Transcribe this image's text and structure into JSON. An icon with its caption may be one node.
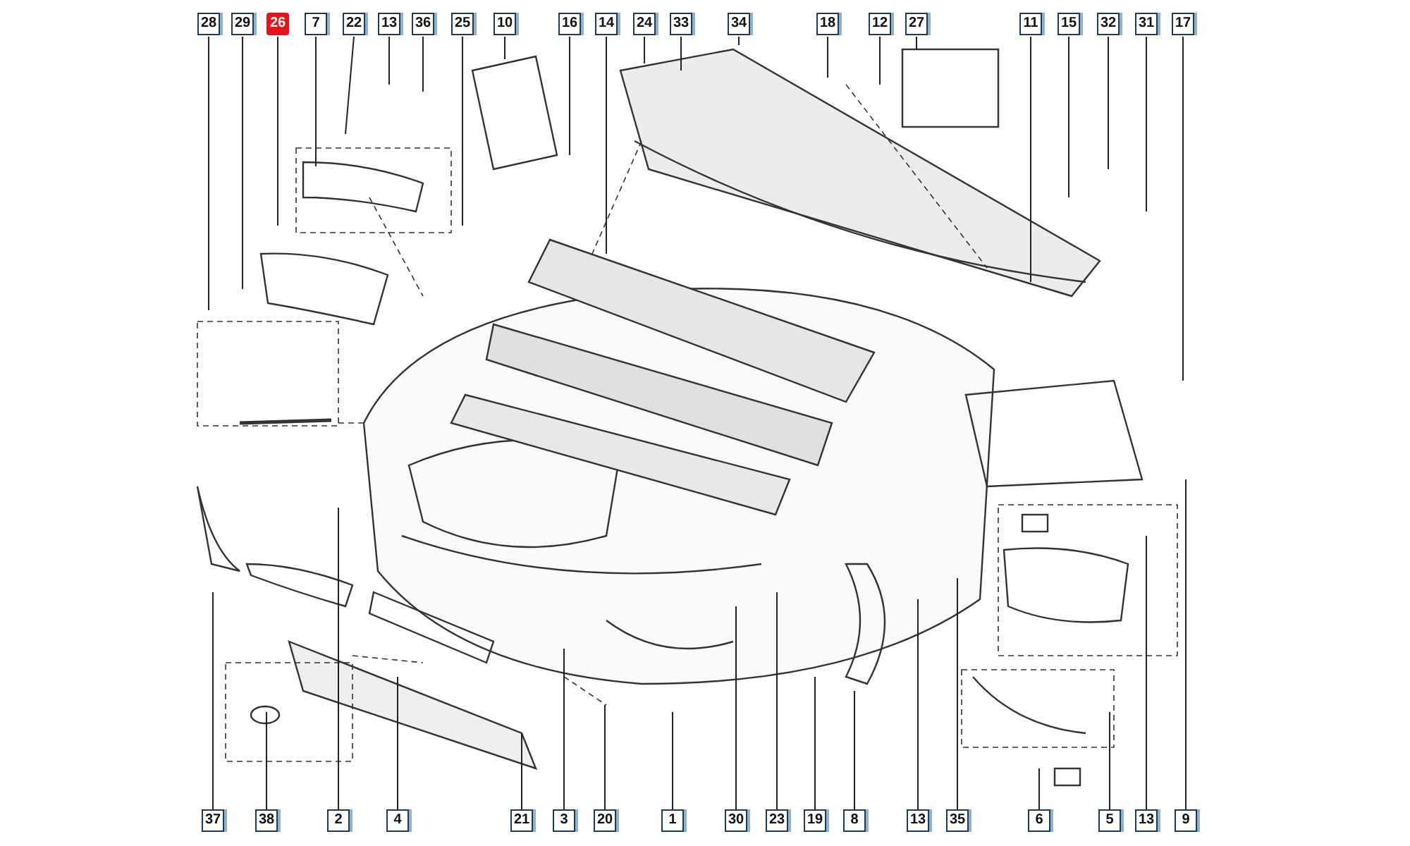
{
  "diagram": {
    "nodes": [
      {
        "text": [
          "28"
        ]
      },
      {
        "text": [
          "29"
        ]
      },
      {
        "text": [
          "26"
        ]
      },
      {
        "text": [
          "7"
        ]
      },
      {
        "text": [
          "22"
        ]
      },
      {
        "text": [
          "13"
        ]
      },
      {
        "text": [
          "36"
        ]
      },
      {
        "text": [
          "25"
        ]
      },
      {
        "text": [
          "10"
        ]
      },
      {
        "text": [
          "16"
        ]
      },
      {
        "text": [
          "14"
        ]
      },
      {
        "text": [
          "24"
        ]
      },
      {
        "text": [
          "33"
        ]
      },
      {
        "text": [
          "34"
        ]
      },
      {
        "text": [
          "18"
        ]
      },
      {
        "text": [
          "12"
        ]
      },
      {
        "text": [
          "27"
        ]
      },
      {
        "text": [
          "11"
        ]
      },
      {
        "text": [
          "15"
        ]
      },
      {
        "text": [
          "32"
        ]
      },
      {
        "text": [
          "31"
        ]
      },
      {
        "text": [
          "17"
        ]
      },
      {
        "text": [
          "37"
        ]
      },
      {
        "text": [
          "38"
        ]
      },
      {
        "text": [
          "2"
        ]
      },
      {
        "text": [
          "4"
        ]
      },
      {
        "text": [
          "21"
        ]
      },
      {
        "text": [
          "3"
        ]
      },
      {
        "text": [
          "20"
        ]
      },
      {
        "text": [
          "1"
        ]
      },
      {
        "text": [
          "30"
        ]
      },
      {
        "text": [
          "23"
        ]
      },
      {
        "text": [
          "19"
        ]
      },
      {
        "text": [
          "8"
        ]
      },
      {
        "text": [
          "13"
        ]
      },
      {
        "text": [
          "35"
        ]
      },
      {
        "text": [
          "6"
        ]
      },
      {
        "text": [
          "5"
        ]
      },
      {
        "text": [
          "13"
        ]
      },
      {
        "text": [
          "9"
        ]
      }
    ],
    "edges": [
      {
        "from": 0,
        "to": null,
        "arrow": "none"
      },
      {
        "from": 1,
        "to": null,
        "arrow": "none"
      },
      {
        "from": 2,
        "to": null,
        "arrow": "none"
      },
      {
        "from": 3,
        "to": null,
        "arrow": "none"
      },
      {
        "from": 4,
        "to": null,
        "arrow": "none"
      },
      {
        "from": 5,
        "to": null,
        "arrow": "none"
      },
      {
        "from": 6,
        "to": null,
        "arrow": "none"
      },
      {
        "from": 7,
        "to": null,
        "arrow": "none"
      },
      {
        "from": 8,
        "to": null,
        "arrow": "none"
      },
      {
        "from": 9,
        "to": null,
        "arrow": "none"
      },
      {
        "from": 10,
        "to": null,
        "arrow": "none"
      },
      {
        "from": 11,
        "to": null,
        "arrow": "none"
      },
      {
        "from": 12,
        "to": null,
        "arrow": "none"
      },
      {
        "from": 13,
        "to": null,
        "arrow": "none"
      },
      {
        "from": 14,
        "to": null,
        "arrow": "none"
      },
      {
        "from": 15,
        "to": null,
        "arrow": "none"
      },
      {
        "from": 16,
        "to": null,
        "arrow": "none"
      },
      {
        "from": 17,
        "to": null,
        "arrow": "none"
      },
      {
        "from": 18,
        "to": null,
        "arrow": "none"
      },
      {
        "from": 19,
        "to": null,
        "arrow": "none"
      },
      {
        "from": 20,
        "to": null,
        "arrow": "none"
      },
      {
        "from": 21,
        "to": null,
        "arrow": "none"
      },
      {
        "from": 22,
        "to": null,
        "arrow": "none"
      },
      {
        "from": 23,
        "to": null,
        "arrow": "none"
      },
      {
        "from": 24,
        "to": null,
        "arrow": "none"
      },
      {
        "from": 25,
        "to": null,
        "arrow": "none"
      },
      {
        "from": 26,
        "to": null,
        "arrow": "none"
      },
      {
        "from": 27,
        "to": null,
        "arrow": "none"
      },
      {
        "from": 28,
        "to": null,
        "arrow": "none"
      },
      {
        "from": 29,
        "to": null,
        "arrow": "none"
      },
      {
        "from": 30,
        "to": null,
        "arrow": "none"
      },
      {
        "from": 31,
        "to": null,
        "arrow": "none"
      },
      {
        "from": 32,
        "to": null,
        "arrow": "none"
      },
      {
        "from": 33,
        "to": null,
        "arrow": "none"
      },
      {
        "from": 34,
        "to": null,
        "arrow": "none"
      },
      {
        "from": 35,
        "to": null,
        "arrow": "none"
      },
      {
        "from": 36,
        "to": null,
        "arrow": "none"
      },
      {
        "from": 37,
        "to": null,
        "arrow": "none"
      },
      {
        "from": 38,
        "to": null,
        "arrow": "none"
      },
      {
        "from": 39,
        "to": null,
        "arrow": "none"
      }
    ]
  }
}
